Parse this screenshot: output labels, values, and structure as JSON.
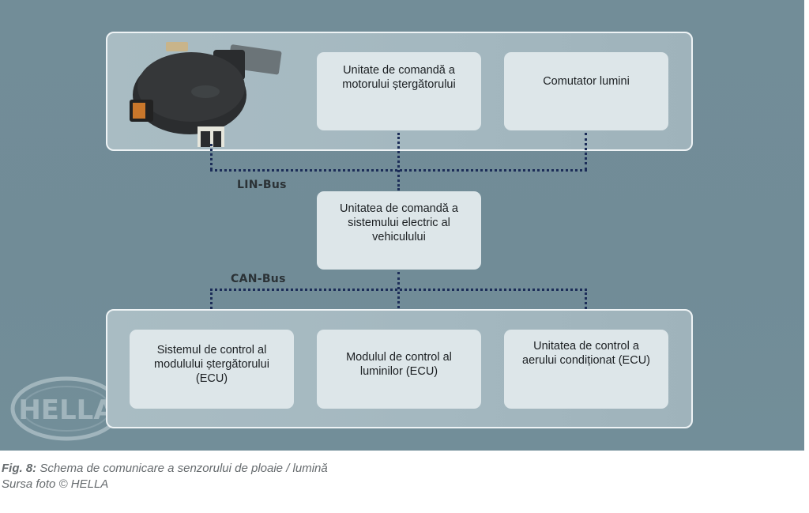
{
  "diagram": {
    "title": "Schema de comunicare a senzorului de ploaie / lumină",
    "top_group": {
      "image": "rain-light-sensor",
      "nodes": [
        {
          "id": "wiper-motor-unit",
          "label": "Unitate de comandă a\nmotorului ștergătorului"
        },
        {
          "id": "light-switch",
          "label": "Comutator lumini"
        }
      ]
    },
    "buses": {
      "lin": "LIN-Bus",
      "can": "CAN-Bus"
    },
    "central_node": {
      "id": "vehicle-electrical-control-unit",
      "label": "Unitatea de comandă a\nsistemului electric al\nvehiculului"
    },
    "bottom_group": {
      "nodes": [
        {
          "id": "wiper-module-ecu",
          "label": "Sistemul de control al\nmodulului ștergătorului\n(ECU)"
        },
        {
          "id": "lights-module-ecu",
          "label": "Modulul de control al\nluminilor (ECU)"
        },
        {
          "id": "ac-control-ecu",
          "label": "Unitatea de control a\naerului condiționat (ECU)"
        }
      ]
    },
    "edges": [
      {
        "from": "rain-light-sensor",
        "to": "vehicle-electrical-control-unit",
        "bus": "LIN-Bus"
      },
      {
        "from": "wiper-motor-unit",
        "to": "vehicle-electrical-control-unit",
        "bus": "LIN-Bus"
      },
      {
        "from": "light-switch",
        "to": "vehicle-electrical-control-unit",
        "bus": "LIN-Bus"
      },
      {
        "from": "vehicle-electrical-control-unit",
        "to": "wiper-module-ecu",
        "bus": "CAN-Bus"
      },
      {
        "from": "vehicle-electrical-control-unit",
        "to": "lights-module-ecu",
        "bus": "CAN-Bus"
      },
      {
        "from": "vehicle-electrical-control-unit",
        "to": "ac-control-ecu",
        "bus": "CAN-Bus"
      }
    ],
    "watermark": "HELLA",
    "colors": {
      "background": "#728d98",
      "group_fill": "#a6bac1",
      "node_fill": "#dde6e9",
      "bus_line": "#1c2d58"
    }
  },
  "caption": {
    "fig_label": "Fig. 8:",
    "text": " Schema de comunicare a senzorului de ploaie / lumină",
    "source": "Sursa foto © HELLA"
  }
}
